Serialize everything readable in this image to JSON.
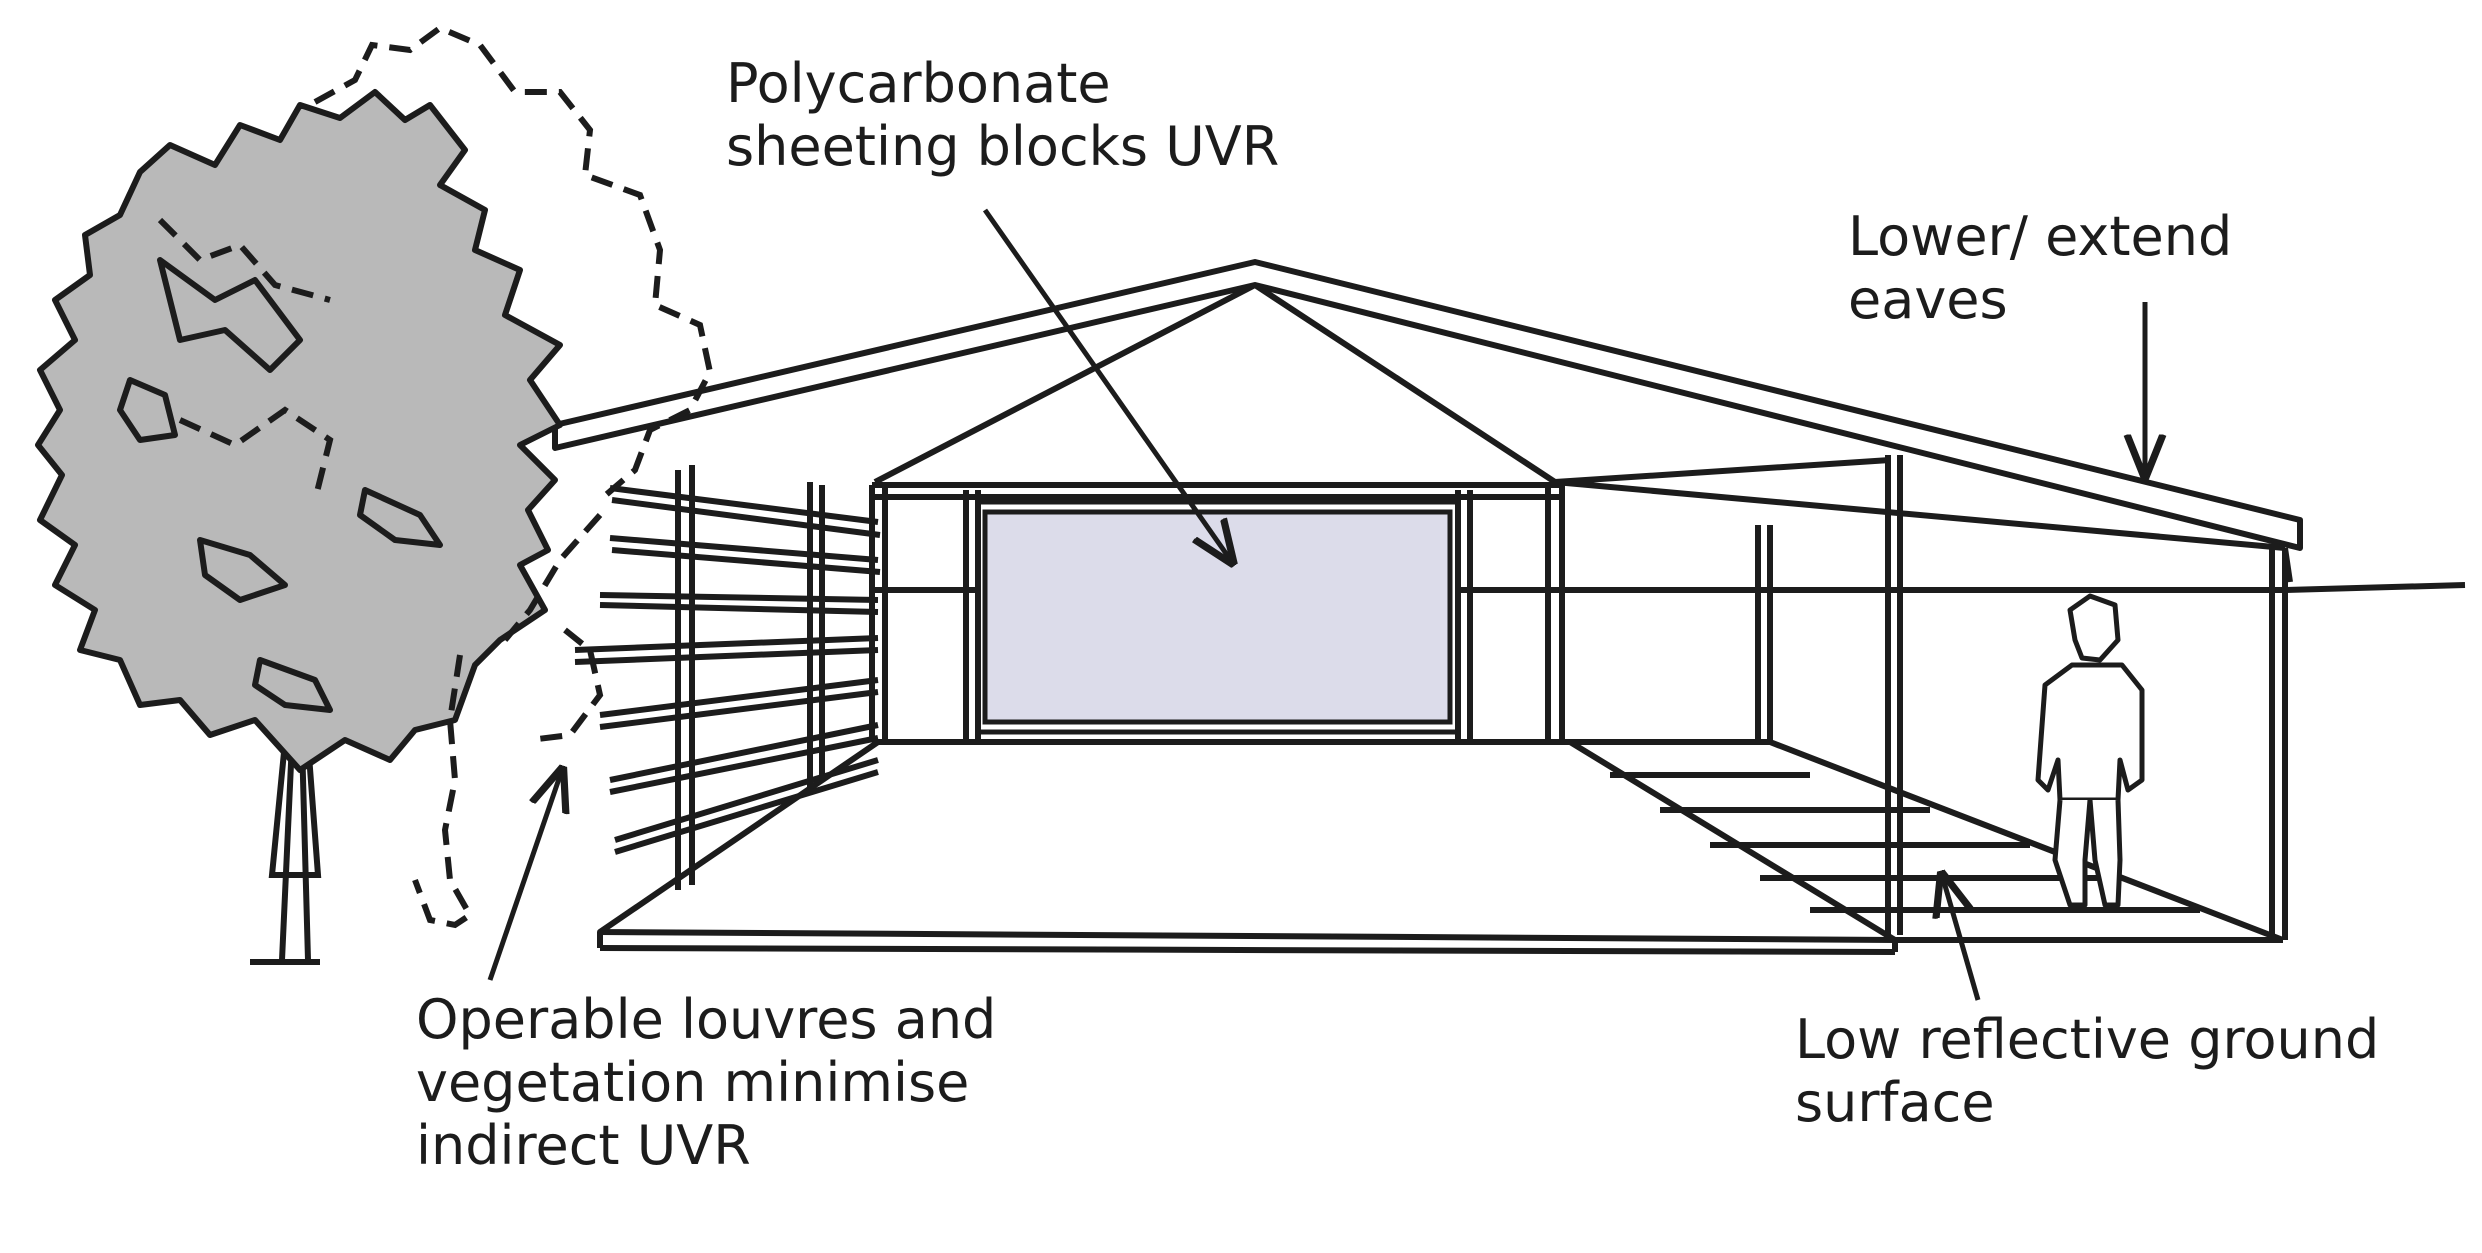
{
  "colors": {
    "ink": "#1c1c1c",
    "tree_fill": "#b9b9b9",
    "polycarbonate_fill": "#dcdcea",
    "background": "#ffffff"
  },
  "labels": {
    "polycarbonate": [
      "Polycarbonate",
      "sheeting blocks UVR"
    ],
    "eaves": [
      "Lower/ extend",
      "eaves"
    ],
    "louvres": [
      "Operable louvres and",
      "vegetation minimise",
      "indirect UVR"
    ],
    "ground": [
      "Low reflective ground",
      "surface"
    ]
  },
  "icons": [
    "tree-icon",
    "person-icon",
    "arrow-icon"
  ]
}
